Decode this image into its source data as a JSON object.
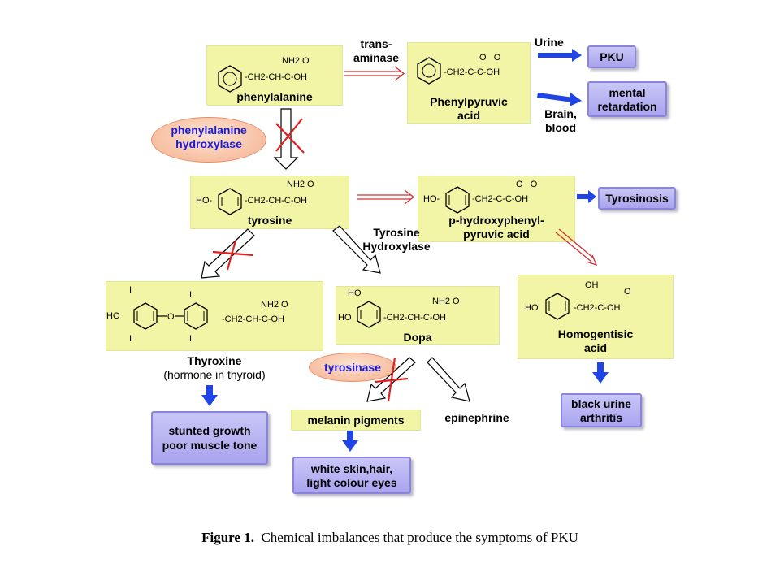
{
  "phenylalanine": {
    "formula": "NH2 O",
    "chain": "-CH2-CH-C-OH",
    "name": "phenylalanine"
  },
  "transaminase": {
    "line1": "trans-",
    "line2": "aminase"
  },
  "phenylpyruvic": {
    "formula": "O   O",
    "chain": "-CH2-C-C-OH",
    "name_line1": "Phenylpyruvic",
    "name_line2": "acid"
  },
  "urine_label": "Urine",
  "pku": "PKU",
  "mental_retardation": {
    "line1": "mental",
    "line2": "retardation"
  },
  "brain_blood": {
    "line1": "Brain,",
    "line2": "blood"
  },
  "phe_hydroxylase": {
    "line1": "phenylalanine",
    "line2": "hydroxylase"
  },
  "tyrosine": {
    "ho": "HO-",
    "formula": "NH2 O",
    "chain": "-CH2-CH-C-OH",
    "name": "tyrosine"
  },
  "hydroxyphenylpyruvic": {
    "ho": "HO-",
    "formula": "O   O",
    "chain": "-CH2-C-C-OH",
    "name_line1": "p-hydroxyphenyl-",
    "name_line2": "pyruvic acid"
  },
  "tyrosinosis": "Tyrosinosis",
  "tyrosine_hydroxylase": {
    "line1": "Tyrosine",
    "line2": "Hydroxylase"
  },
  "thyroxine": {
    "i_top1": "I",
    "i_top2": "I",
    "i_bot1": "I",
    "i_bot2": "I",
    "ho": "HO",
    "formula": "NH2 O",
    "chain": "-CH2-CH-C-OH",
    "name_line1": "Thyroxine",
    "name_line2": "(hormone in thyroid)"
  },
  "dopa": {
    "oh_top": "HO",
    "ho": "HO",
    "formula": "NH2 O",
    "chain": "-CH2-CH-C-OH",
    "name": "Dopa"
  },
  "homogentisic": {
    "oh_top": "OH",
    "ho": "HO",
    "formula": "O",
    "chain": "-CH2-C-OH",
    "name_line1": "Homogentisic",
    "name_line2": "acid"
  },
  "tyrosinase": "tyrosinase",
  "melanin": "melanin pigments",
  "epinephrine": "epinephrine",
  "stunted": {
    "line1": "stunted growth",
    "line2": "poor muscle tone"
  },
  "white_skin": {
    "line1": "white skin,hair,",
    "line2": "light colour eyes"
  },
  "black_urine": {
    "line1": "black urine",
    "line2": "arthritis"
  },
  "caption": {
    "label": "Figure 1.",
    "text": "Chemical imbalances that produce the symptoms of PKU"
  },
  "colors": {
    "box_yellow": "#f2f4a6",
    "box_purple": "#b3aff1",
    "enzyme_orange": "#f4b08f",
    "enzyme_text": "#1a1adb",
    "arrow_blue": "#1f45e6",
    "arrow_red": "#d03030",
    "cross_red": "#e02020"
  }
}
